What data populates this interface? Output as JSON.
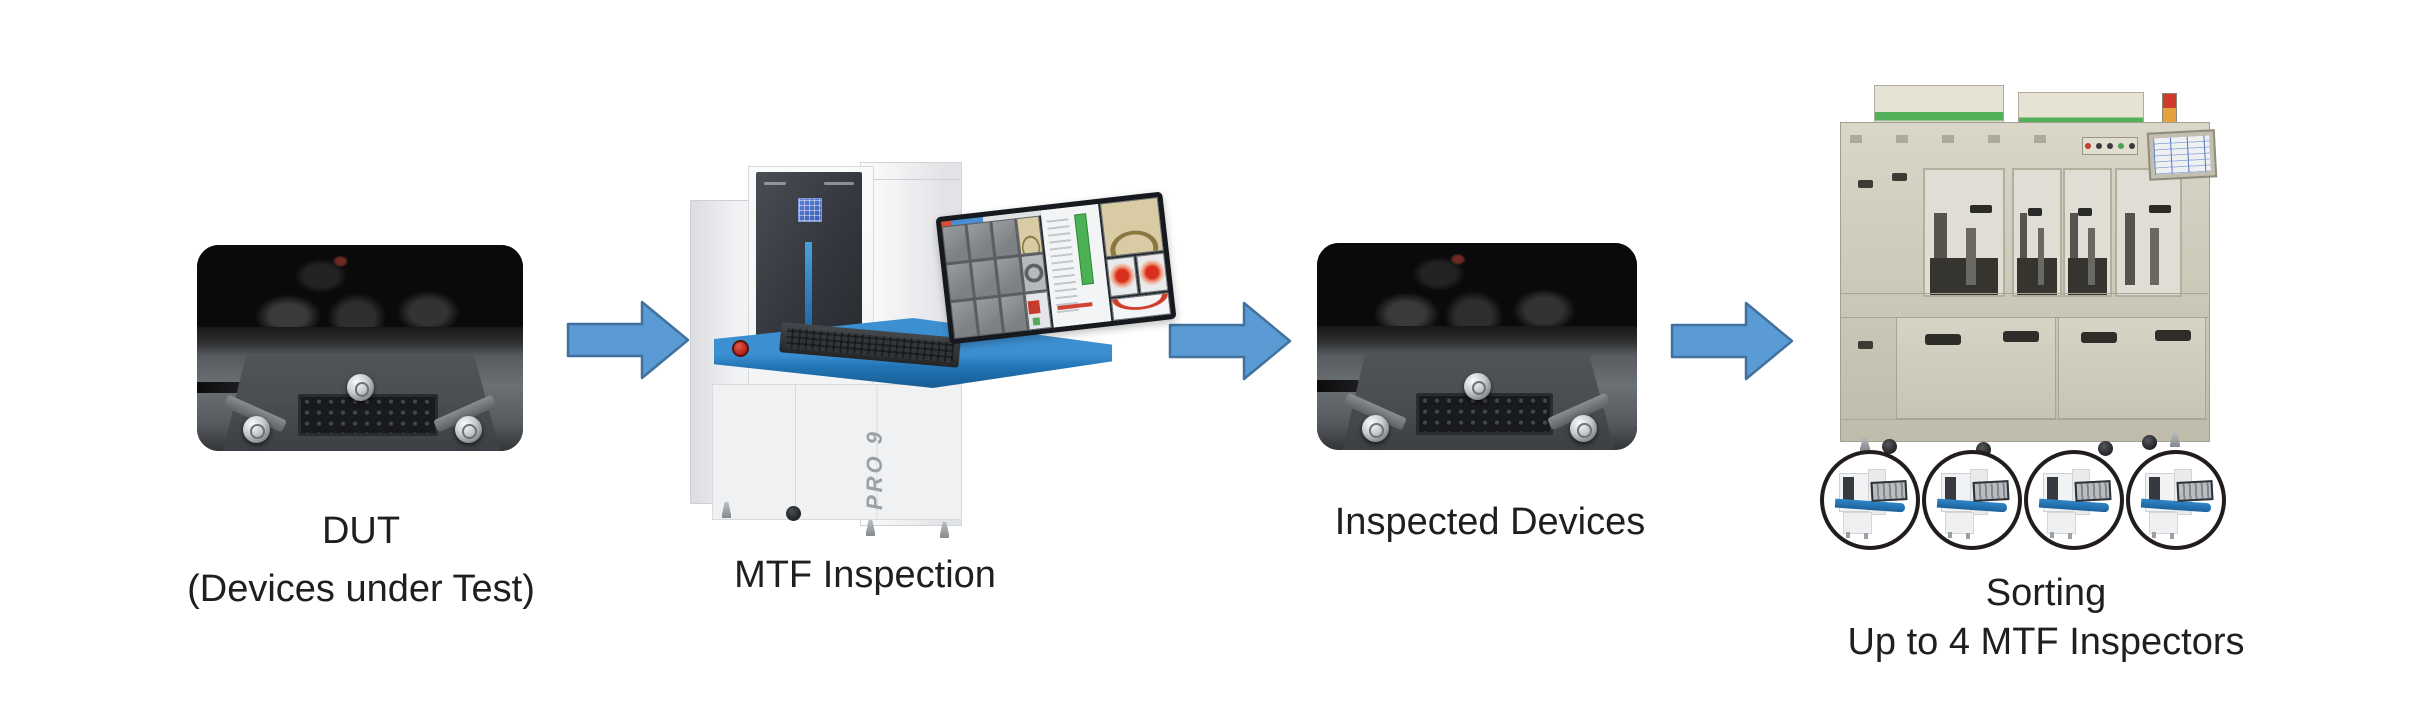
{
  "diagram": {
    "steps": [
      {
        "id": "dut",
        "lines": [
          "DUT",
          "(Devices under Test)"
        ]
      },
      {
        "id": "mtf-inspection",
        "lines": [
          "MTF Inspection"
        ]
      },
      {
        "id": "inspected-devices",
        "lines": [
          "Inspected Devices"
        ]
      },
      {
        "id": "sorting",
        "lines": [
          "Sorting",
          "Up to 4 MTF Inspectors"
        ]
      }
    ],
    "machine_model_label": "PRO 9",
    "sorting_inspector_count": 4,
    "colors": {
      "arrow_fill": "#5b9bd5",
      "arrow_stroke": "#41719c",
      "desk_blue": "#2f86c8",
      "machine_dark_panel": "#34383e",
      "sorting_beige": "#ccc8b8",
      "signal_red": "#cf3a2a",
      "signal_amber": "#e5a23c",
      "signal_green": "#9ebf4e",
      "text": "#1f1f1f"
    }
  }
}
